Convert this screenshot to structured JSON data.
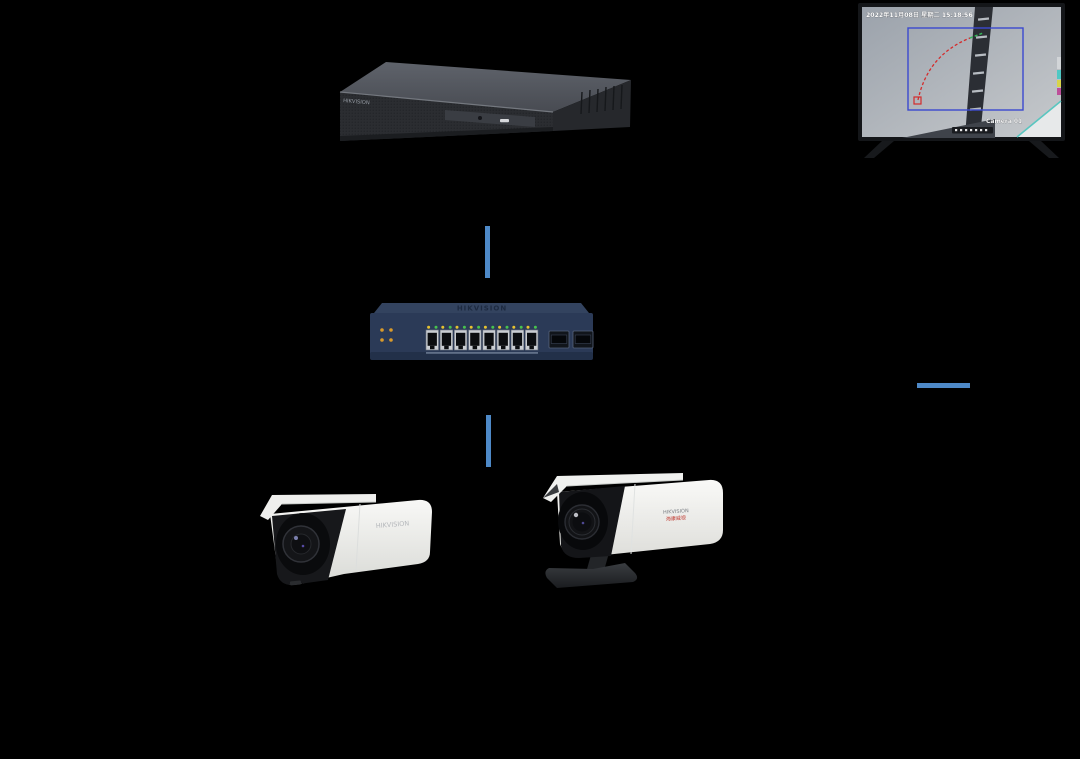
{
  "scene": {
    "background_color": "#000000",
    "connector_color": "#4e89c7"
  },
  "nvr": {
    "brand_label": "HIKVISION"
  },
  "monitor": {
    "osd": {
      "timestamp": "2022年11月08日 星期二 15:18:56",
      "camera_label": "Camera 01"
    },
    "overlay_colors": {
      "rule_box": "#3b49cf",
      "trajectory": "#d42b2b",
      "trajectory_end": "#35b457"
    }
  },
  "poe_switch": {
    "brand_label": "HIKVISION",
    "port_count": 8,
    "sfp_count": 2
  },
  "camera_left": {
    "brand_label": "HIKVISION"
  },
  "camera_right": {
    "brand_label": "HIKVISION",
    "brand_label_cn": "海康威视"
  }
}
